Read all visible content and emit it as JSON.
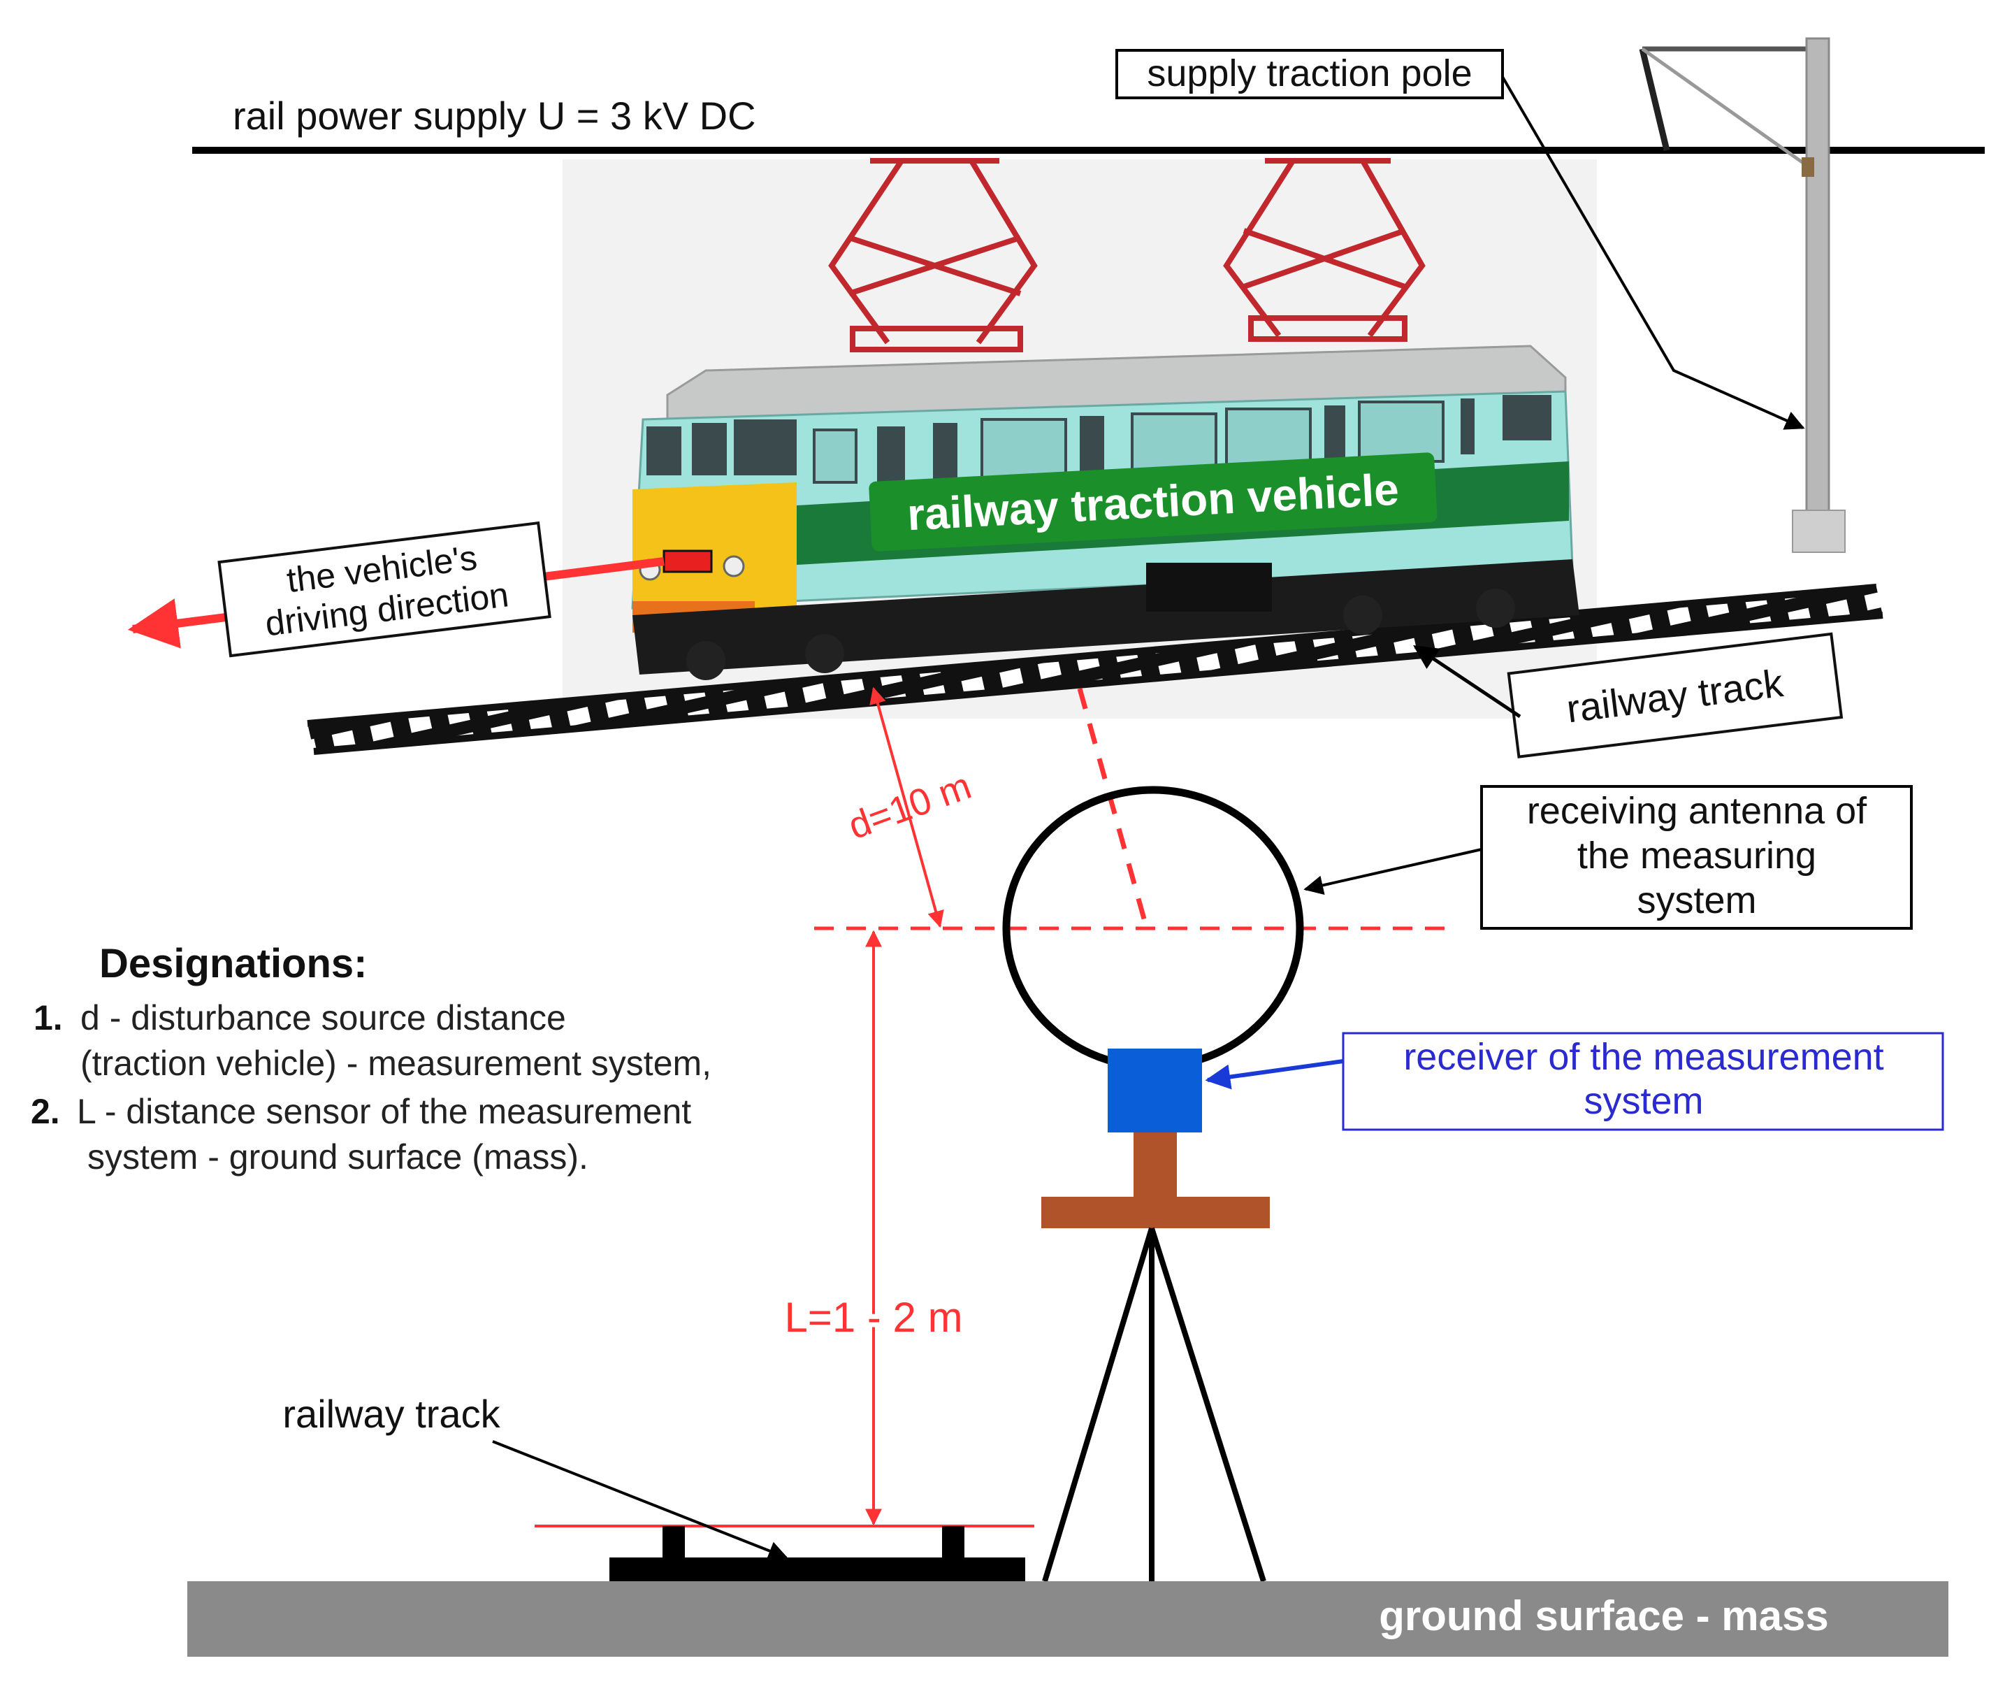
{
  "diagram": {
    "power_supply_label": "rail power supply U = 3 kV DC",
    "pole_label": "supply traction pole",
    "vehicle_label": "railway traction vehicle",
    "direction_label_line1": "the vehicle's",
    "direction_label_line2": "driving direction",
    "track_label_top": "railway track",
    "track_label_bottom": "railway track",
    "distance_d_label": "d=10 m",
    "distance_L_label": "L=1 - 2 m",
    "antenna_label_line1": "receiving antenna of",
    "antenna_label_line2": "the measuring",
    "antenna_label_line3": "system",
    "receiver_label_line1": "receiver of the measurement",
    "receiver_label_line2": "system",
    "ground_label": "ground surface - mass",
    "designations": {
      "title": "Designations:",
      "item1_num": "1.",
      "item1_line1": "d - disturbance source distance",
      "item1_line2": "(traction vehicle) - measurement system,",
      "item2_num": "2.",
      "item2_line1": "L - distance sensor of the measurement",
      "item2_line2": "system - ground surface (mass)."
    }
  },
  "colors": {
    "line": "#000000",
    "red": "#ff3333",
    "blue": "#0a5fd8",
    "receiver_text": "#2a2ad0",
    "mount": "#b0522a",
    "ground": "#8a8a8a",
    "locomotive_body": "#9fe3dc",
    "locomotive_stripe": "#1a7a3a",
    "locomotive_front": "#f5c21a",
    "pantograph": "#c0282d"
  }
}
